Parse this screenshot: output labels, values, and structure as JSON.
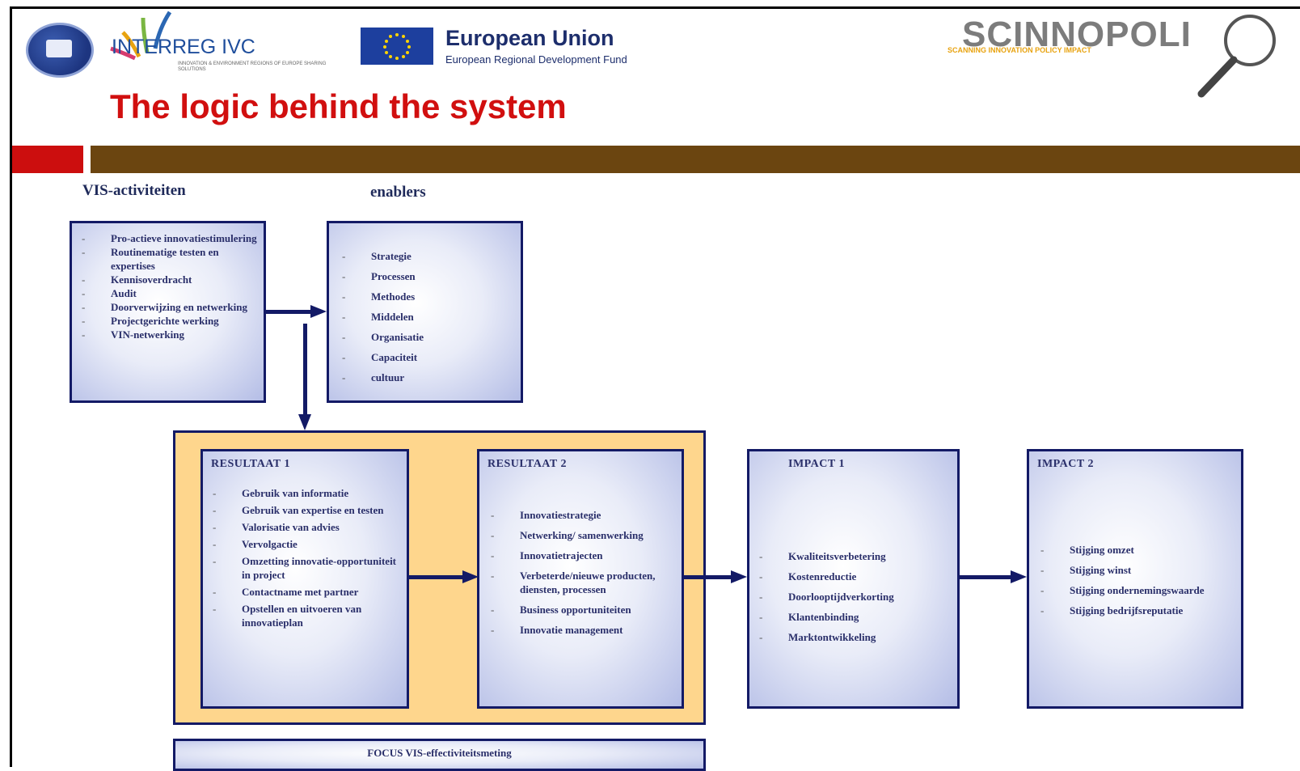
{
  "header": {
    "interreg_title": "INTERREG IVC",
    "interreg_sub": "INNOVATION & ENVIRONMENT REGIONS OF EUROPE SHARING SOLUTIONS",
    "eu_title": "European Union",
    "eu_sub": "European Regional Development Fund",
    "scinnopoli_title": "SCINNOPOLI",
    "scinnopoli_sub": "SCANNING INNOVATION POLICY IMPACT"
  },
  "title": "The logic behind the system",
  "colors": {
    "title_red": "#d10f0f",
    "band_red": "#cc0e0e",
    "band_brown": "#6b4510",
    "box_border": "#131a66",
    "highlight": "#fed68d"
  },
  "section_labels": {
    "vis": "VIS-activiteiten",
    "enablers": "enablers"
  },
  "vis_activities": [
    "Pro-actieve innovatiestimulering",
    "Routinematige testen en expertises",
    "Kennisoverdracht",
    "Audit",
    "Doorverwijzing en netwerking",
    "Projectgerichte werking",
    "VIN-netwerking"
  ],
  "enablers": [
    "Strategie",
    "Processen",
    "Methodes",
    "Middelen",
    "Organisatie",
    "Capaciteit",
    "cultuur"
  ],
  "resultaat1": {
    "title": "RESULTAAT 1",
    "items": [
      "Gebruik van informatie",
      "Gebruik van expertise en testen",
      "Valorisatie van advies",
      "Vervolgactie",
      "Omzetting innovatie-opportuniteit in project",
      "Contactname met partner",
      "Opstellen en uitvoeren van innovatieplan"
    ]
  },
  "resultaat2": {
    "title": "RESULTAAT 2",
    "items": [
      "Innovatiestrategie",
      "Netwerking/ samenwerking",
      "Innovatietrajecten",
      "Verbeterde/nieuwe producten, diensten, processen",
      "Business opportuniteiten",
      "Innovatie management"
    ]
  },
  "impact1": {
    "title": "IMPACT 1",
    "items": [
      "Kwaliteitsverbetering",
      "Kostenreductie",
      "Doorlooptijdverkorting",
      "Klantenbinding",
      "Marktontwikkeling"
    ]
  },
  "impact2": {
    "title": "IMPACT 2",
    "items": [
      "Stijging omzet",
      "Stijging winst",
      "Stijging ondernemingswaarde",
      "Stijging bedrijfsreputatie"
    ]
  },
  "focus": {
    "title": "FOCUS VIS-effectiviteitsmeting"
  }
}
